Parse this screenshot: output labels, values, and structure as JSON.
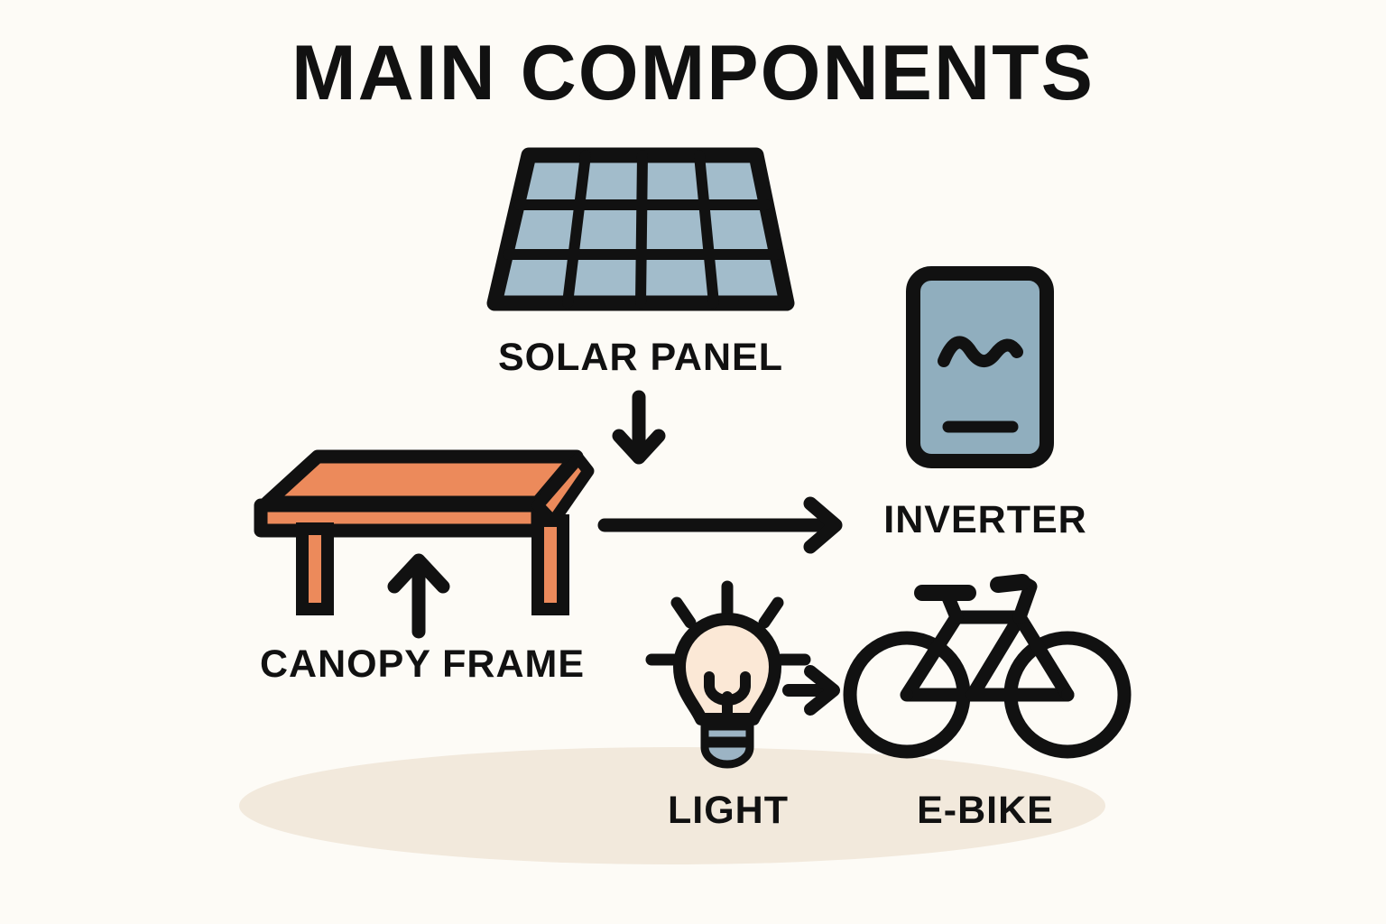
{
  "page": {
    "title": "MAIN COMPONENTS",
    "background_color": "#fdfbf6",
    "ground_shadow_color": "#f2e9dc"
  },
  "palette": {
    "outline": "#111111",
    "panel_cell": "#a2bccb",
    "inverter_body": "#90aebe",
    "canopy_orange": "#ec8a5b",
    "bulb_glass": "#fbe8d6",
    "bulb_base": "#9cb4c4",
    "background": "#fdfbf6",
    "ground": "#f2e9dc"
  },
  "components": [
    {
      "id": "solar-panel",
      "label": "SOLAR PANEL",
      "icon": "solar-panel-icon",
      "cells_cols": 4,
      "cells_rows": 3
    },
    {
      "id": "inverter",
      "label": "INVERTER",
      "icon": "inverter-icon",
      "symbols": [
        "ac-sine-wave",
        "dc-bar"
      ]
    },
    {
      "id": "canopy-frame",
      "label": "CANOPY FRAME",
      "icon": "canopy-frame-icon"
    },
    {
      "id": "light",
      "label": "LIGHT",
      "icon": "light-bulb-icon",
      "rays": 6
    },
    {
      "id": "e-bike",
      "label": "E-BIKE",
      "icon": "bicycle-icon"
    }
  ],
  "arrows": [
    {
      "id": "arrow-panel-down",
      "name": "arrow-solar-panel-down",
      "direction": "down"
    },
    {
      "id": "arrow-canopy-to-inverter",
      "name": "arrow-canopy-to-inverter",
      "direction": "right"
    },
    {
      "id": "arrow-up-to-canopy",
      "name": "arrow-up-to-canopy-frame",
      "direction": "up"
    },
    {
      "id": "arrow-light-to-ebike",
      "name": "arrow-light-to-ebike",
      "direction": "right"
    }
  ]
}
